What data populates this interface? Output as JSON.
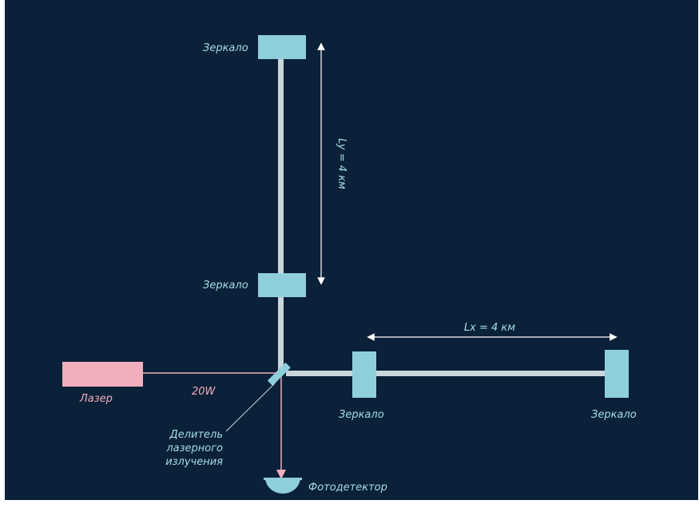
{
  "diagram": {
    "labels": {
      "mirror_top": "Зеркало",
      "mirror_mid": "Зеркало",
      "mirror_near": "Зеркало",
      "mirror_far": "Зеркало",
      "arm_y": "Ly = 4 км",
      "arm_x": "Lx = 4 км",
      "laser": "Лазер",
      "power": "20W",
      "splitter_line1": "Делитель",
      "splitter_line2": "лазерного",
      "splitter_line3": "излучения",
      "detector": "Фотодетектор"
    },
    "colors": {
      "background": "#0a2139",
      "mirror": "#8fcfdc",
      "arm": "#c9d6dc",
      "laser": "#f1aebc",
      "text": "#a6dce6",
      "detector": "#8fcfdc"
    }
  }
}
